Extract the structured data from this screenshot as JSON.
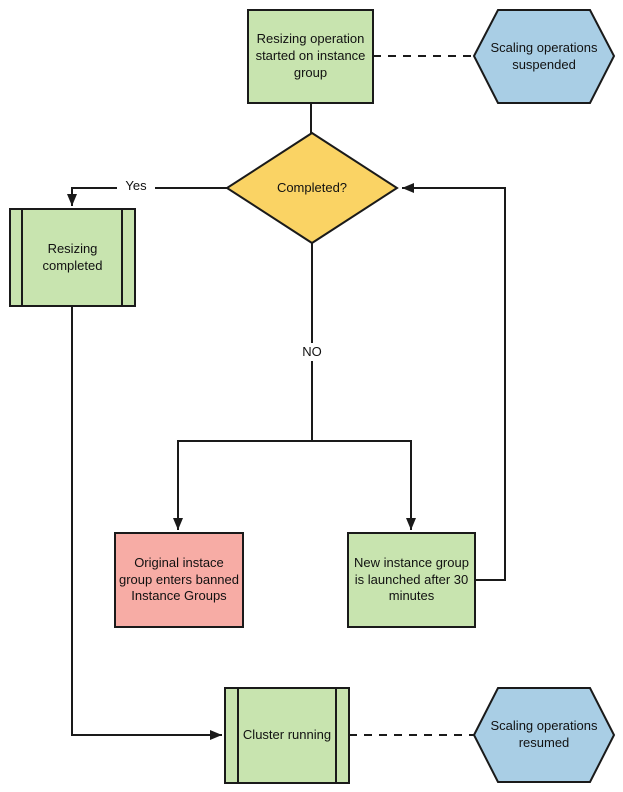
{
  "diagram": {
    "kind": "flowchart",
    "nodes": {
      "start": {
        "label": "Resizing operation started on instance group",
        "shape": "rectangle",
        "color": "green"
      },
      "suspended": {
        "label": "Scaling operations suspended",
        "shape": "hexagon",
        "color": "blue"
      },
      "decision": {
        "label": "Completed?",
        "shape": "diamond",
        "color": "yellow"
      },
      "resizing_completed": {
        "label": "Resizing completed",
        "shape": "predefined-process",
        "color": "green"
      },
      "banned": {
        "label": "Original instace group enters banned Instance Groups",
        "shape": "rectangle",
        "color": "pink"
      },
      "new_group": {
        "label": "New instance group is launched after 30 minutes",
        "shape": "rectangle",
        "color": "green"
      },
      "cluster_running": {
        "label": "Cluster running",
        "shape": "predefined-process",
        "color": "green"
      },
      "resumed": {
        "label": "Scaling operations resumed",
        "shape": "hexagon",
        "color": "blue"
      }
    },
    "edge_labels": {
      "yes": "Yes",
      "no": "NO"
    },
    "colors": {
      "green": "#C8E4AF",
      "blue": "#A9CEE5",
      "yellow": "#FAD364",
      "pink": "#F7ACA5",
      "stroke": "#1A1A1A",
      "background": "#FFFFFF"
    }
  }
}
